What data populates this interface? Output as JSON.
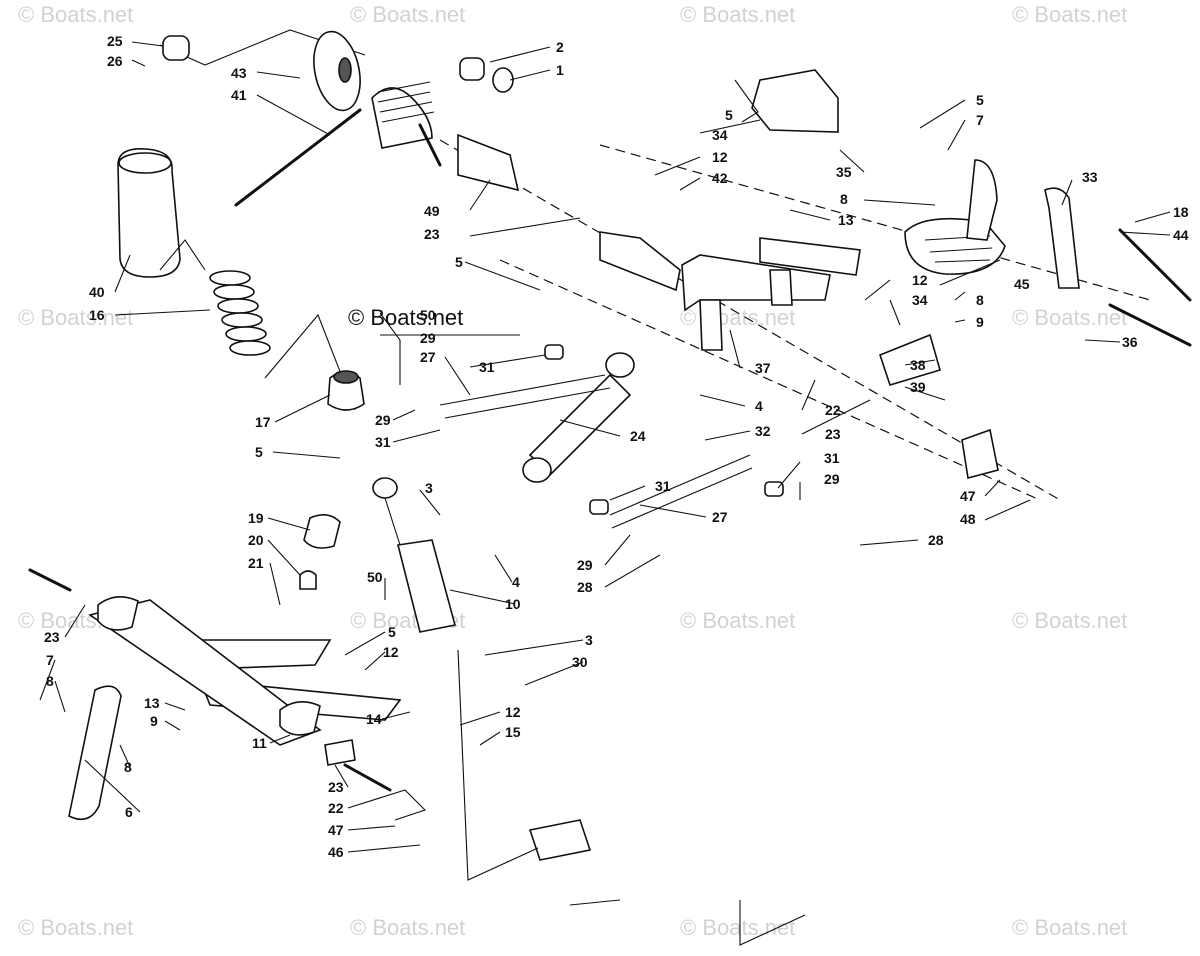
{
  "watermark": {
    "text": "© Boats.net",
    "center_text": "© Boats.net"
  },
  "callouts": [
    {
      "id": "c25",
      "text": "25"
    },
    {
      "id": "c26",
      "text": "26"
    },
    {
      "id": "c43",
      "text": "43"
    },
    {
      "id": "c41",
      "text": "41"
    },
    {
      "id": "c2",
      "text": "2"
    },
    {
      "id": "c1",
      "text": "1"
    },
    {
      "id": "c5a",
      "text": "5"
    },
    {
      "id": "c34a",
      "text": "34"
    },
    {
      "id": "c12a",
      "text": "12"
    },
    {
      "id": "c42",
      "text": "42"
    },
    {
      "id": "c5b",
      "text": "5"
    },
    {
      "id": "c7a",
      "text": "7"
    },
    {
      "id": "c35",
      "text": "35"
    },
    {
      "id": "c8a",
      "text": "8"
    },
    {
      "id": "c33",
      "text": "33"
    },
    {
      "id": "c49",
      "text": "49"
    },
    {
      "id": "c23a",
      "text": "23"
    },
    {
      "id": "c13a",
      "text": "13"
    },
    {
      "id": "c18",
      "text": "18"
    },
    {
      "id": "c44",
      "text": "44"
    },
    {
      "id": "c40",
      "text": "40"
    },
    {
      "id": "c16",
      "text": "16"
    },
    {
      "id": "c5c",
      "text": "5"
    },
    {
      "id": "c45",
      "text": "45"
    },
    {
      "id": "c12b",
      "text": "12"
    },
    {
      "id": "c34b",
      "text": "34"
    },
    {
      "id": "c8b",
      "text": "8"
    },
    {
      "id": "c9a",
      "text": "9"
    },
    {
      "id": "c50a",
      "text": "50"
    },
    {
      "id": "c29a",
      "text": "29"
    },
    {
      "id": "c27a",
      "text": "27"
    },
    {
      "id": "c31a",
      "text": "31"
    },
    {
      "id": "c36",
      "text": "36"
    },
    {
      "id": "c37",
      "text": "37"
    },
    {
      "id": "c38",
      "text": "38"
    },
    {
      "id": "c39",
      "text": "39"
    },
    {
      "id": "c17",
      "text": "17"
    },
    {
      "id": "c4a",
      "text": "4"
    },
    {
      "id": "c22a",
      "text": "22"
    },
    {
      "id": "c23b",
      "text": "23"
    },
    {
      "id": "c29b",
      "text": "29"
    },
    {
      "id": "c31b",
      "text": "31"
    },
    {
      "id": "c32",
      "text": "32"
    },
    {
      "id": "c5d",
      "text": "5"
    },
    {
      "id": "c24",
      "text": "24"
    },
    {
      "id": "c31c",
      "text": "31"
    },
    {
      "id": "c31d",
      "text": "31"
    },
    {
      "id": "c29c",
      "text": "29"
    },
    {
      "id": "c3a",
      "text": "3"
    },
    {
      "id": "c19",
      "text": "19"
    },
    {
      "id": "c27b",
      "text": "27"
    },
    {
      "id": "c47a",
      "text": "47"
    },
    {
      "id": "c48",
      "text": "48"
    },
    {
      "id": "c20",
      "text": "20"
    },
    {
      "id": "c28a",
      "text": "28"
    },
    {
      "id": "c21",
      "text": "21"
    },
    {
      "id": "c29d",
      "text": "29"
    },
    {
      "id": "c28b",
      "text": "28"
    },
    {
      "id": "c4b",
      "text": "4"
    },
    {
      "id": "c50b",
      "text": "50"
    },
    {
      "id": "c10",
      "text": "10"
    },
    {
      "id": "c23c",
      "text": "23"
    },
    {
      "id": "c5e",
      "text": "5"
    },
    {
      "id": "c3b",
      "text": "3"
    },
    {
      "id": "c12c",
      "text": "12"
    },
    {
      "id": "c30",
      "text": "30"
    },
    {
      "id": "c7b",
      "text": "7"
    },
    {
      "id": "c8c",
      "text": "8"
    },
    {
      "id": "c13b",
      "text": "13"
    },
    {
      "id": "c9b",
      "text": "9"
    },
    {
      "id": "c14",
      "text": "14"
    },
    {
      "id": "c12d",
      "text": "12"
    },
    {
      "id": "c15",
      "text": "15"
    },
    {
      "id": "c11",
      "text": "11"
    },
    {
      "id": "c8d",
      "text": "8"
    },
    {
      "id": "c6",
      "text": "6"
    },
    {
      "id": "c23d",
      "text": "23"
    },
    {
      "id": "c22b",
      "text": "22"
    },
    {
      "id": "c47b",
      "text": "47"
    },
    {
      "id": "c46",
      "text": "46"
    }
  ]
}
